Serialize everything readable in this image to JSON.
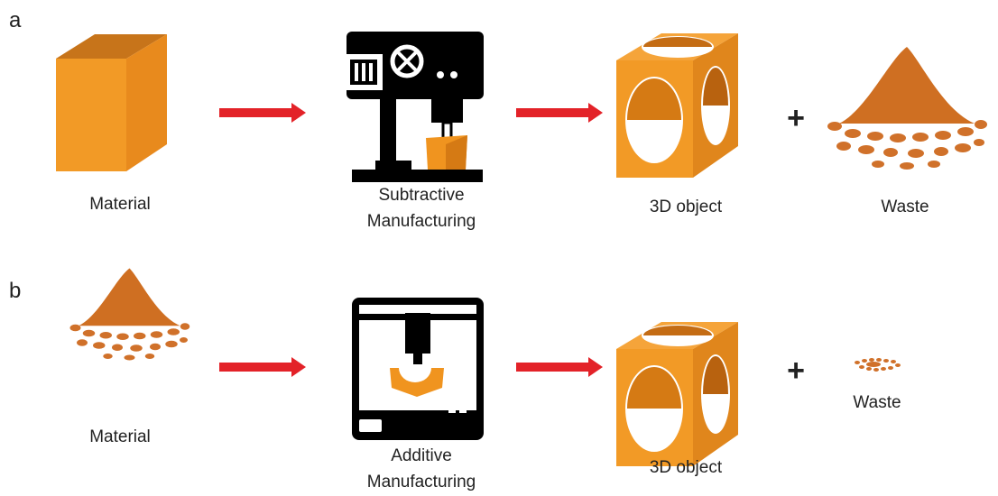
{
  "panels": [
    {
      "letter": "a",
      "input_label": "Material",
      "process_label_line1": "Subtractive",
      "process_label_line2": "Manufacturing",
      "output_label": "3D object",
      "plus": "+",
      "waste_label": "Waste"
    },
    {
      "letter": "b",
      "input_label": "Material",
      "process_label_line1": "Additive",
      "process_label_line2": "Manufacturing",
      "output_label": "3D object",
      "plus": "+",
      "waste_label": "Waste"
    }
  ],
  "colors": {
    "orange": "#f0941f",
    "orange_dark": "#d57a14",
    "powder": "#cf6f22",
    "arrow": "#e32228",
    "machine": "#000000"
  }
}
